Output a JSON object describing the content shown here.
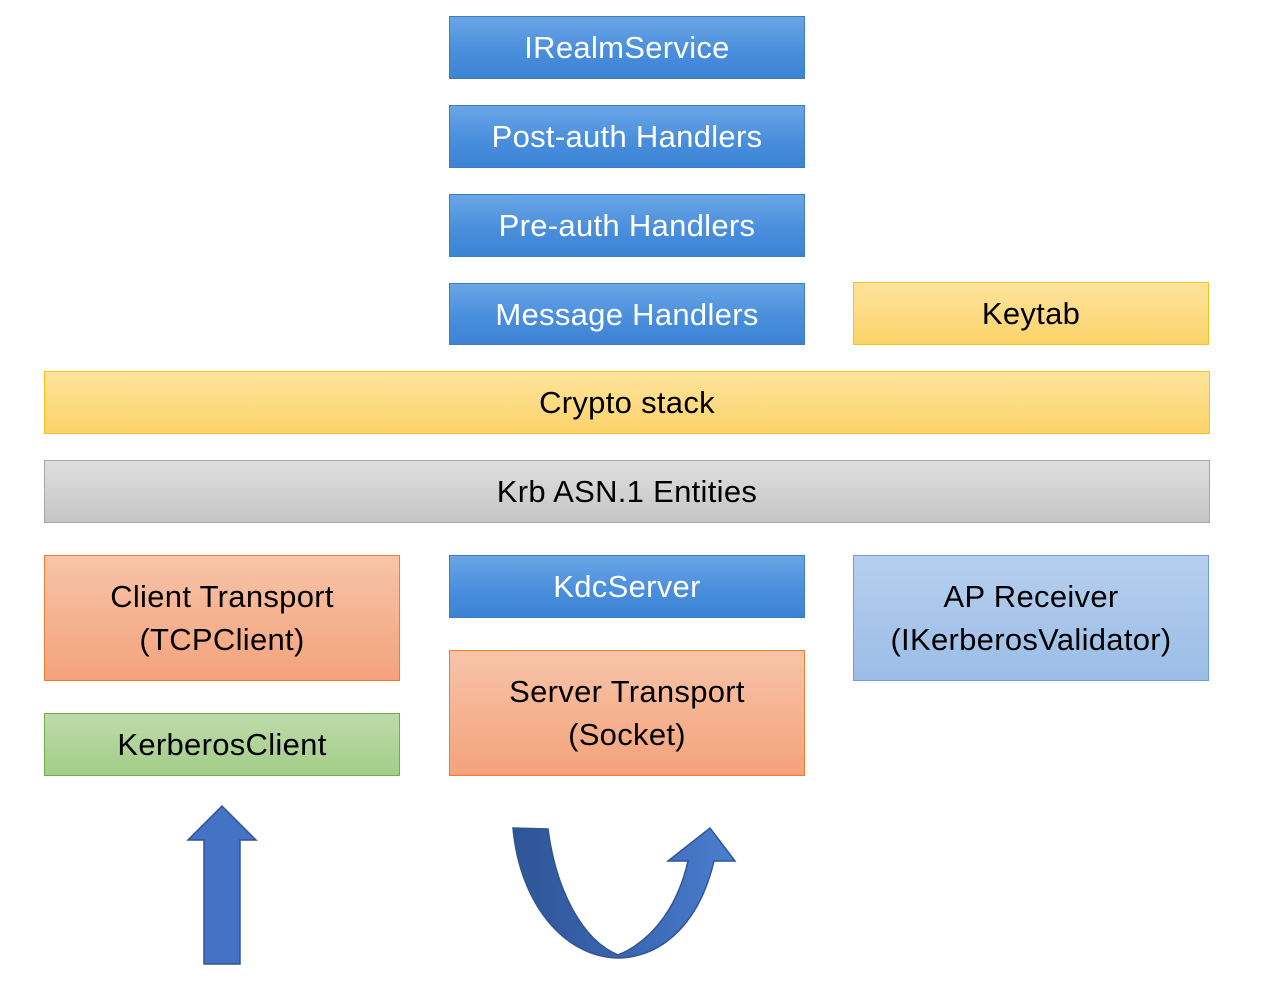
{
  "diagram": {
    "layers": {
      "realm_service": "IRealmService",
      "post_auth": "Post-auth Handlers",
      "pre_auth": "Pre-auth Handlers",
      "message_handlers": "Message Handlers",
      "keytab": "Keytab",
      "crypto_stack": "Crypto stack",
      "asn1_entities": "Krb ASN.1 Entities",
      "client_transport": {
        "line1": "Client Transport",
        "line2": "(TCPClient)"
      },
      "kdc_server": "KdcServer",
      "ap_receiver": {
        "line1": "AP Receiver",
        "line2": "(IKerberosValidator)"
      },
      "kerberos_client": "KerberosClient",
      "server_transport": {
        "line1": "Server Transport",
        "line2": "(Socket)"
      }
    },
    "colors": {
      "blue": "#4a8fdc",
      "yellow": "#fcd36a",
      "gray": "#c6c6c6",
      "orange": "#f4a27c",
      "light_blue": "#9bbde6",
      "green": "#a3cd88",
      "arrow": "#4472c4"
    }
  }
}
